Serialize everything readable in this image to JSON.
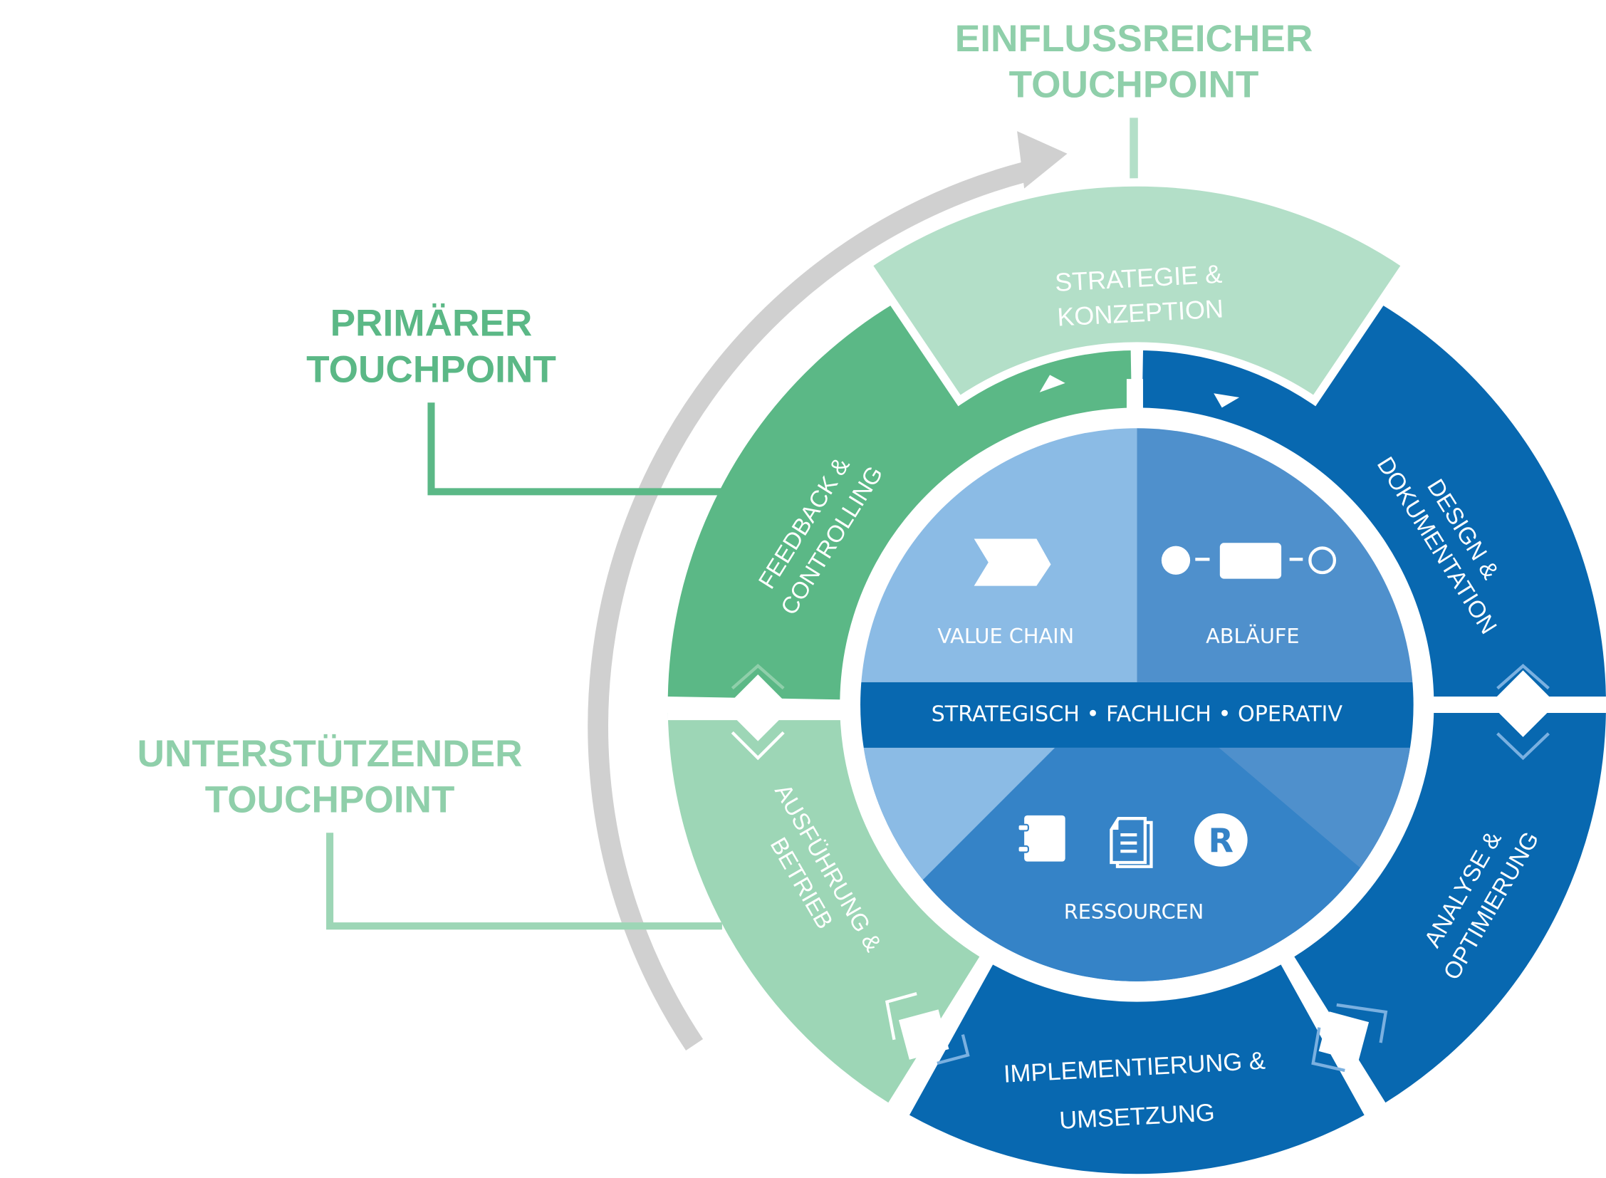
{
  "callouts": {
    "influential": {
      "line1": "EINFLUSSREICHER",
      "line2": "TOUCHPOINT",
      "color": "#8fcfaa"
    },
    "primary": {
      "line1": "PRIMÄRER",
      "line2": "TOUCHPOINT",
      "color": "#5bb886"
    },
    "supporting": {
      "line1": "UNTERSTÜTZENDER",
      "line2": "TOUCHPOINT",
      "color": "#8fcfaa"
    }
  },
  "ring_segments": [
    {
      "id": "strategie",
      "line1": "STRATEGIE &",
      "line2": "KONZEPTION",
      "color": "#b3dfc8"
    },
    {
      "id": "design",
      "line1": "DESIGN &",
      "line2": "DOKUMENTATION",
      "color": "#0868b0"
    },
    {
      "id": "analyse",
      "line1": "ANALYSE &",
      "line2": "OPTIMIERUNG",
      "color": "#0868b0"
    },
    {
      "id": "implementierung",
      "line1": "IMPLEMENTIERUNG &",
      "line2": "UMSETZUNG",
      "color": "#0868b0"
    },
    {
      "id": "ausfuehrung",
      "line1": "AUSFÜHRUNG &",
      "line2": "BETRIEB",
      "color": "#9dd6b6"
    },
    {
      "id": "feedback",
      "line1": "FEEDBACK &",
      "line2": "CONTROLLING",
      "color": "#5bb886"
    }
  ],
  "core": {
    "value_chain": {
      "label": "VALUE CHAIN",
      "icon": "chevron-arrow-icon",
      "color": "#8bbbe5"
    },
    "ablaeufe": {
      "label": "ABLÄUFE",
      "icon": "process-flow-icon",
      "color": "#4f90cc"
    },
    "band": {
      "label": "STRATEGISCH • FACHLICH • OPERATIV",
      "color": "#0868b0"
    },
    "ressourcen": {
      "label": "RESSOURCEN",
      "icons": [
        "notebook-icon",
        "documents-icon",
        "registered-icon"
      ],
      "color": "#3583c7"
    }
  },
  "cycle_arrow": {
    "icon": "cycle-arrow-icon",
    "color": "#d0d0d0"
  }
}
